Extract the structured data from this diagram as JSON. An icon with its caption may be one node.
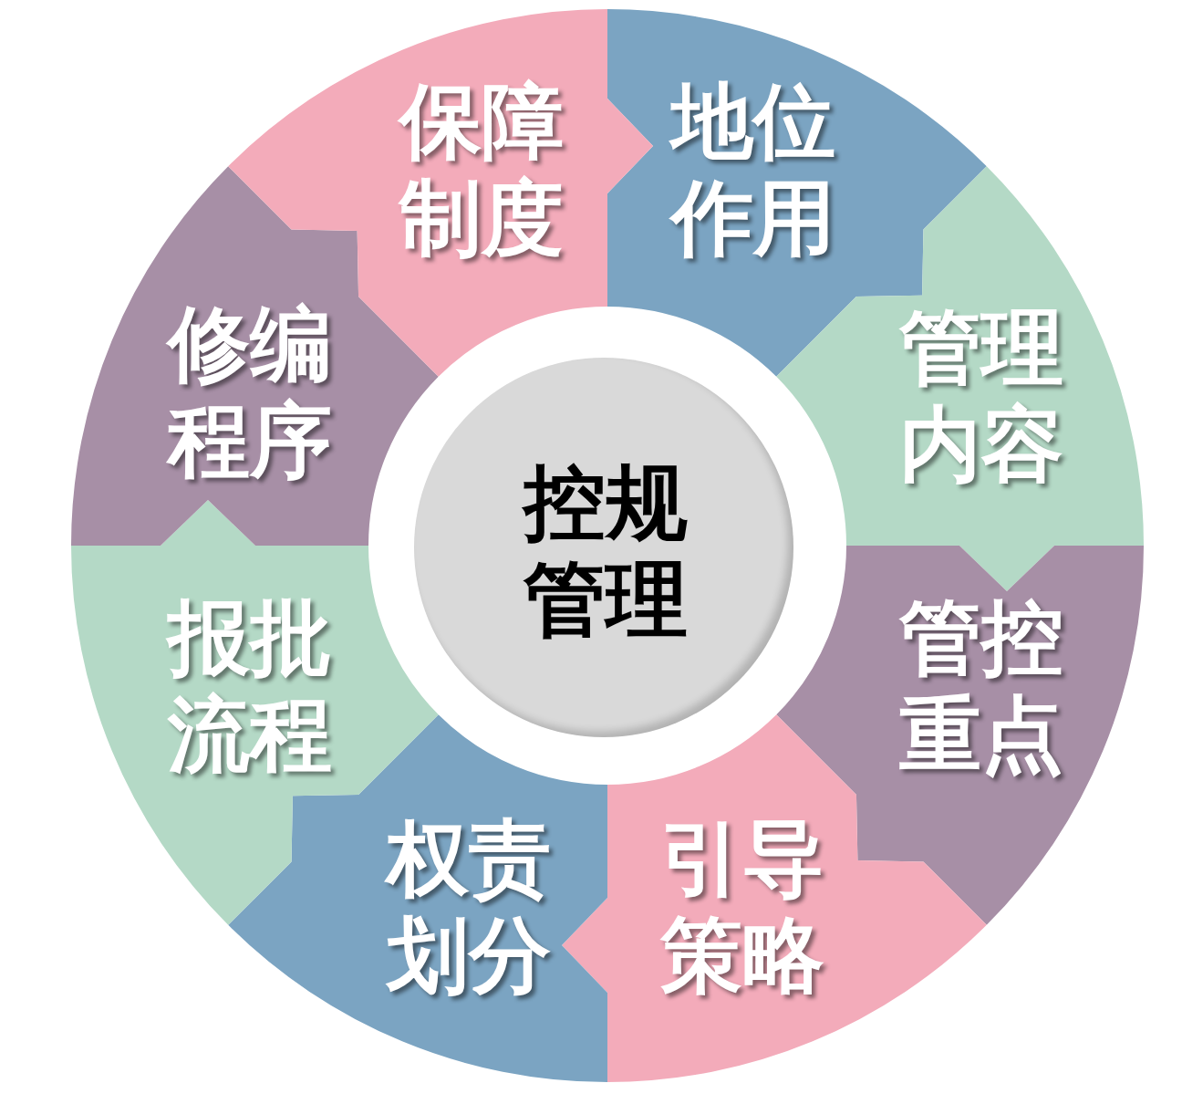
{
  "diagram": {
    "nodes": [
      {
        "text": [
          "控规管理"
        ]
      },
      {
        "text": [
          "地位作用"
        ]
      },
      {
        "text": [
          "管理内容"
        ]
      },
      {
        "text": [
          "管控重点"
        ]
      },
      {
        "text": [
          "引导策略"
        ]
      },
      {
        "text": [
          "权责划分"
        ]
      },
      {
        "text": [
          "报批流程"
        ]
      },
      {
        "text": [
          "修编程序"
        ]
      },
      {
        "text": [
          "保障制度"
        ]
      }
    ]
  }
}
